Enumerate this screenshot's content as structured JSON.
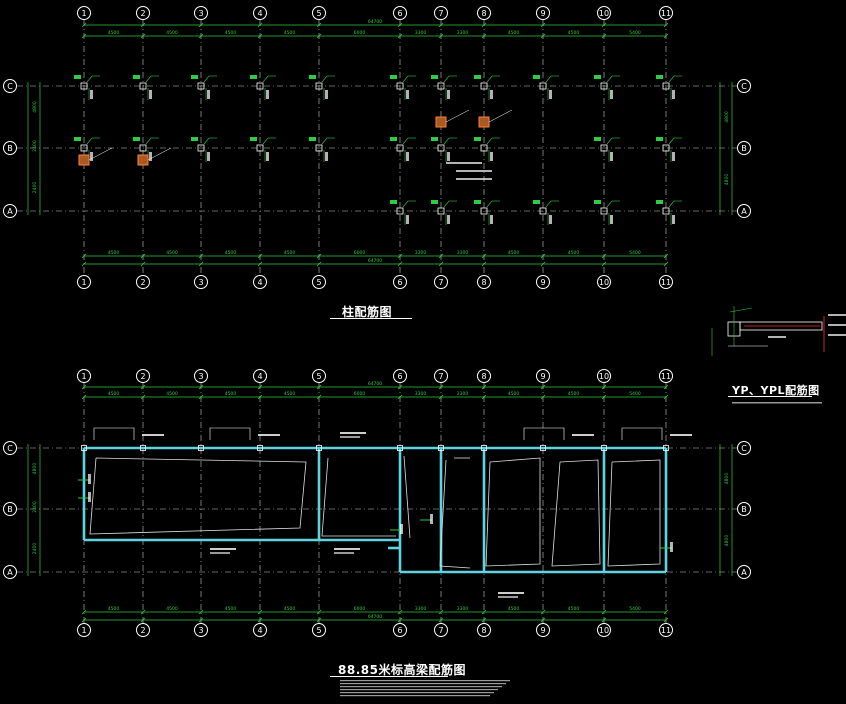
{
  "titles": {
    "column_plan": "柱配筋图",
    "beam_plan": "88.85米标高梁配筋图",
    "yp_detail": "YP、YPL配筋图"
  },
  "axes": {
    "numbered": [
      "1",
      "2",
      "3",
      "4",
      "5",
      "6",
      "7",
      "8",
      "9",
      "10",
      "11"
    ],
    "lettered": [
      "C",
      "B",
      "A"
    ]
  },
  "column_plan": {
    "overall_dim": "64700",
    "spans_top": [
      "4500",
      "4500",
      "4500",
      "4500",
      "6000",
      "3300",
      "3300",
      "4500",
      "4500",
      "5400"
    ],
    "spans_bottom": [
      "4500",
      "4500",
      "4500",
      "4500",
      "6000",
      "3300",
      "3300",
      "4500",
      "4500",
      "5400"
    ],
    "side_dims_left": [
      "4800",
      "2400",
      "2400"
    ],
    "side_dims_right": [
      "4800",
      "4800"
    ]
  },
  "beam_plan": {
    "overall_dim": "64700",
    "spans_top": [
      "4500",
      "4500",
      "4500",
      "4500",
      "6000",
      "3300",
      "3300",
      "4500",
      "4500",
      "5400"
    ],
    "spans_bottom": [
      "4500",
      "4500",
      "4500",
      "4500",
      "6000",
      "3300",
      "3300",
      "4500",
      "4500",
      "5400"
    ],
    "side_dims_left": [
      "4800",
      "2400",
      "2400"
    ],
    "side_dims_right": [
      "4800",
      "4800"
    ]
  },
  "colors": {
    "background": "#000000",
    "axis_bubble": "#ffffff",
    "grid_line": "#c8c8c8",
    "dimension": "#2ecc40",
    "beam": "#5fd3e0",
    "annotation": "#ffffff",
    "highlight": "#ff3030"
  }
}
